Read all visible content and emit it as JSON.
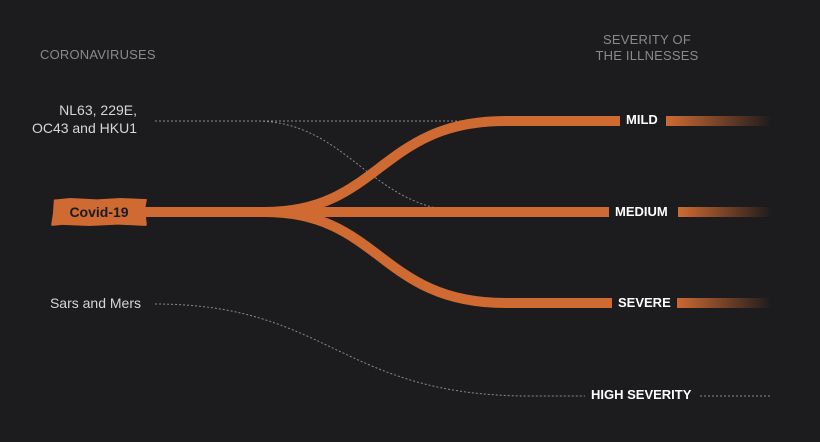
{
  "headings": {
    "coronaviruses": "CORONAVIRUSES",
    "severity_line1": "SEVERITY OF",
    "severity_line2": "THE ILLNESSES"
  },
  "sources": {
    "common": {
      "line1": "NL63, 229E,",
      "line2": "OC43 and HKU1"
    },
    "covid": "Covid-19",
    "sars": "Sars and Mers"
  },
  "severity": {
    "mild": "MILD",
    "medium": "MEDIUM",
    "severe": "SEVERE",
    "high": "HIGH SEVERITY"
  },
  "colors": {
    "background": "#1c1b1d",
    "accent": "#cf6a32",
    "dotted": "#8a8a8c"
  }
}
